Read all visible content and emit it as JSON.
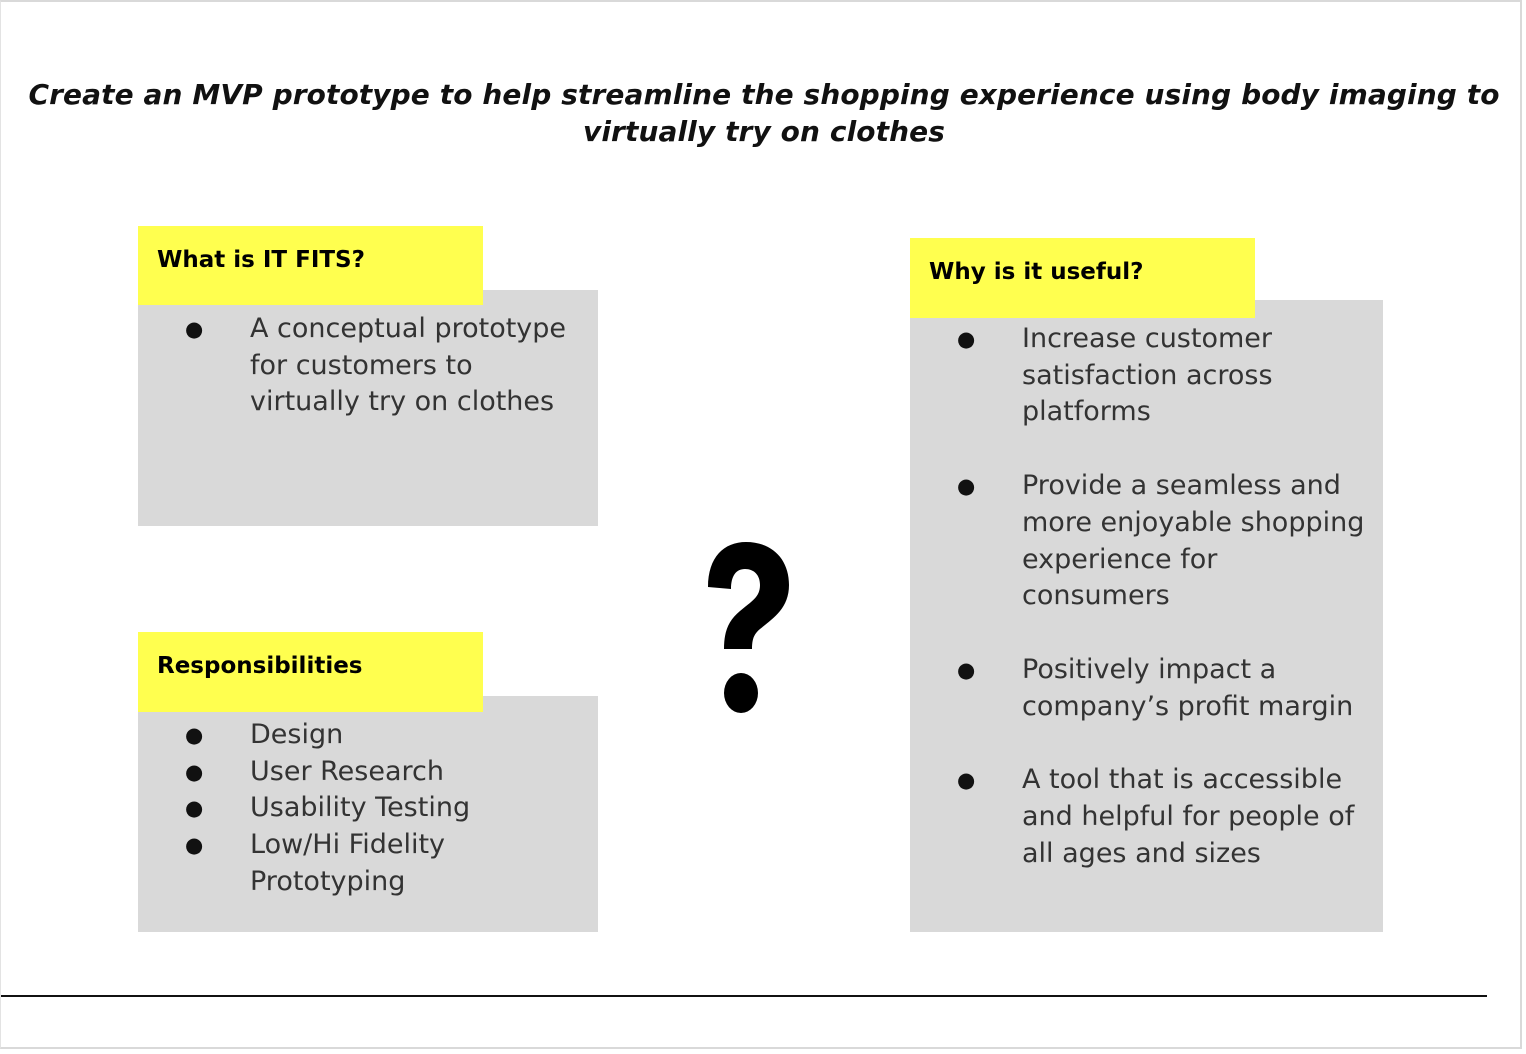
{
  "title": "Create an MVP prototype to help streamline the shopping experience using body imaging to virtually try on clothes",
  "what_is": {
    "heading": "What is IT FITS?",
    "items": [
      "A conceptual prototype for customers to virtually try on clothes"
    ]
  },
  "responsibilities": {
    "heading": "Responsibilities",
    "items": [
      "Design",
      "User Research",
      "Usability Testing",
      "Low/Hi Fidelity Prototyping"
    ]
  },
  "why_useful": {
    "heading": "Why is it useful?",
    "items": [
      "Increase customer satisfaction across platforms",
      "Provide a seamless and more enjoyable shopping experience for consumers",
      "Positively impact a company’s profit margin",
      "A tool that is accessible and helpful for people of all ages and sizes"
    ]
  },
  "bullet_glyph": "●",
  "colors": {
    "highlight": "#ffff4f",
    "panel": "#d9d9d9",
    "text": "#333333"
  },
  "icons": {
    "center": "question-mark-icon"
  }
}
